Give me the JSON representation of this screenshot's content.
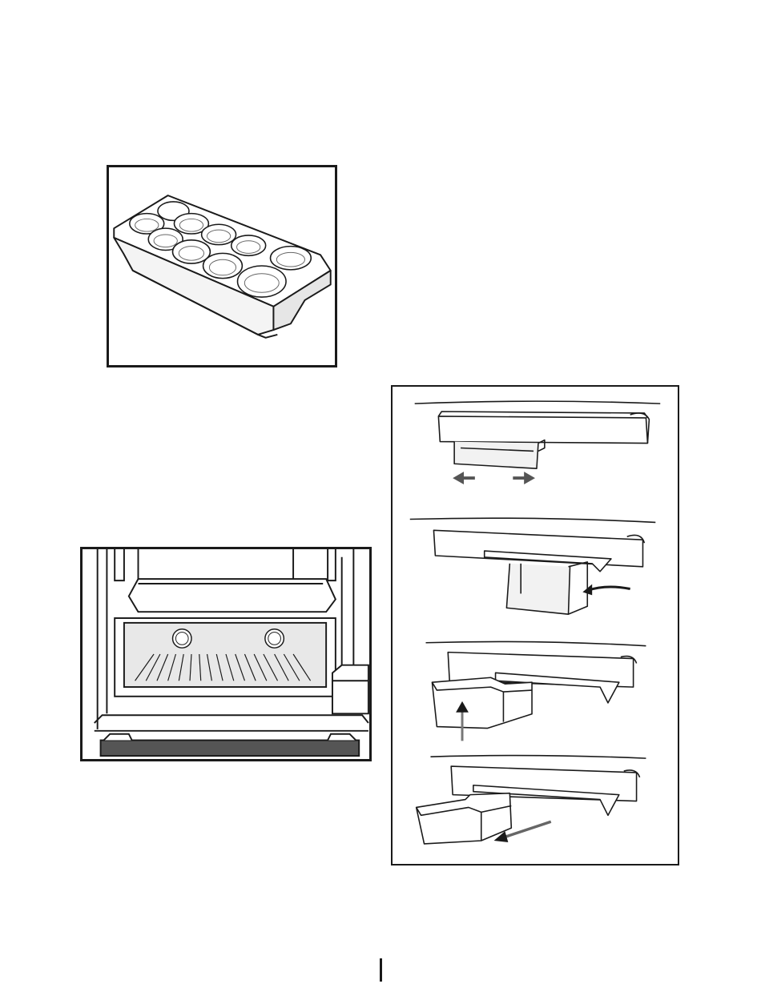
{
  "document": {
    "figures": [
      {
        "name": "egg-tray",
        "icon": "egg-tray-illustration"
      },
      {
        "name": "freezer-compartment",
        "icon": "freezer-drawer-illustration"
      },
      {
        "name": "shelf-bin-removal-steps",
        "icon": "door-rail-bin-illustration",
        "steps": 4
      }
    ],
    "colors": {
      "line": "#1a1a1a",
      "shade": "#d9d9d9",
      "arrow": "#555555"
    }
  }
}
